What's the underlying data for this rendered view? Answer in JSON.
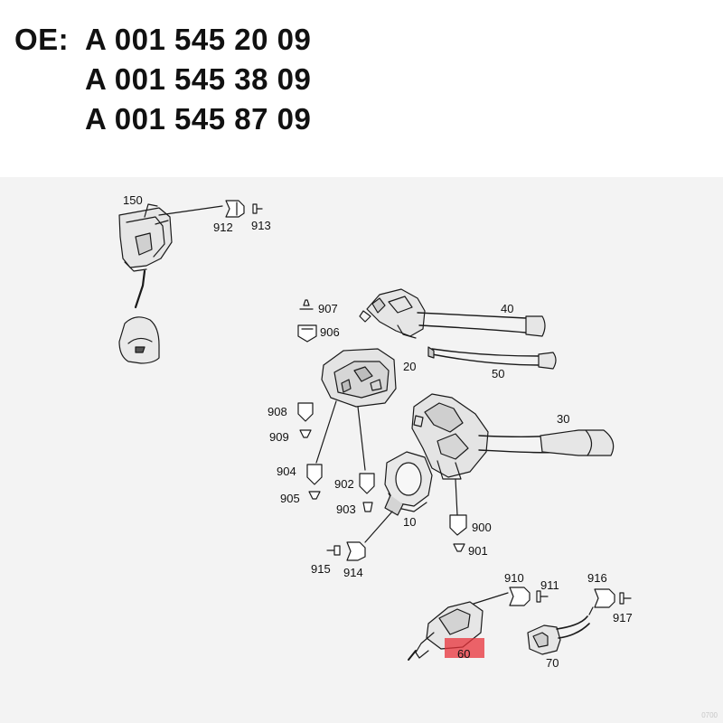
{
  "oe": {
    "label": "OE:",
    "numbers": [
      "A 001 545 20 09",
      "A 001 545 38 09",
      "A 001 545 87 09"
    ]
  },
  "parts": {
    "p150": "150",
    "p912": "912",
    "p913": "913",
    "p907": "907",
    "p906": "906",
    "p40": "40",
    "p50": "50",
    "p20": "20",
    "p908": "908",
    "p909": "909",
    "p30": "30",
    "p904": "904",
    "p905": "905",
    "p902": "902",
    "p903": "903",
    "p10": "10",
    "p900": "900",
    "p901": "901",
    "p915": "915",
    "p914": "914",
    "p910": "910",
    "p911": "911",
    "p916": "916",
    "p917": "917",
    "p60": "60",
    "p70": "70"
  },
  "watermark": "0700",
  "colors": {
    "highlight": "#e8313a",
    "diagram_bg": "#f3f3f3",
    "line": "#1a1a1a"
  }
}
